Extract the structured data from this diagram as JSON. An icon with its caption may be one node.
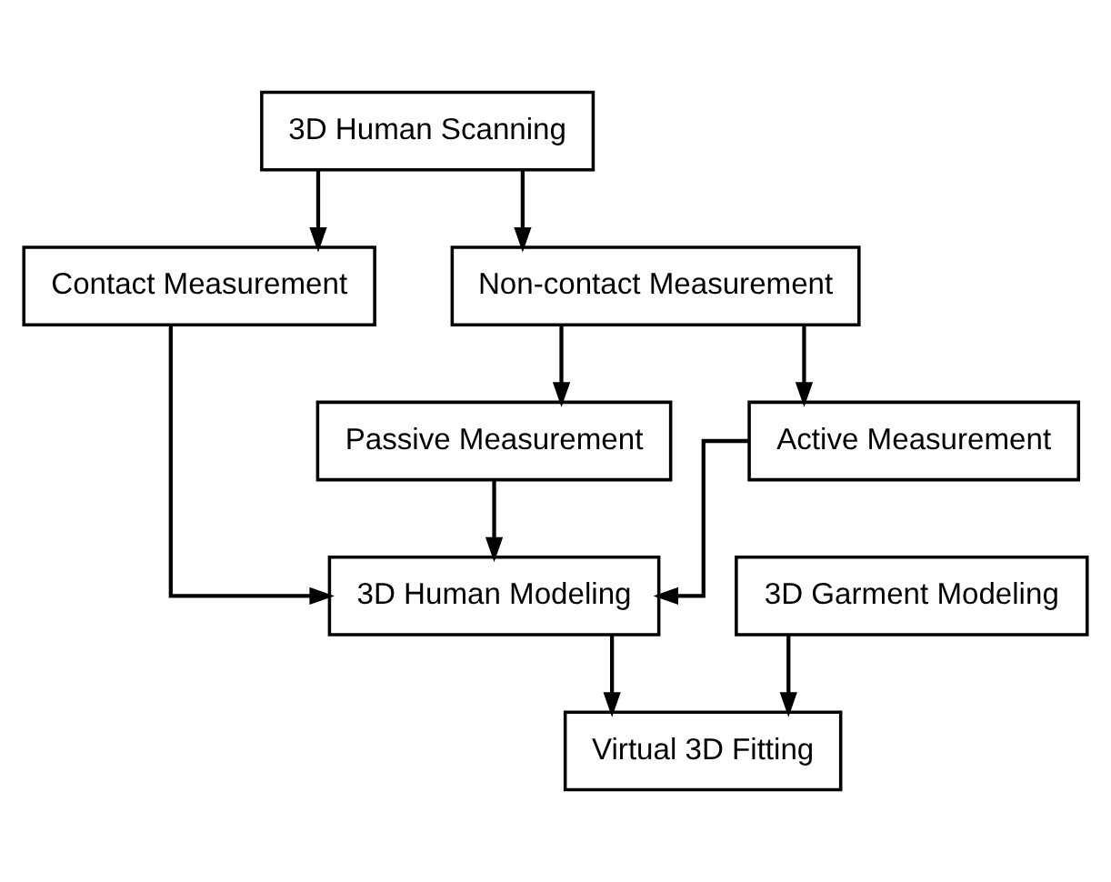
{
  "diagram": {
    "nodes": [
      {
        "text": [
          "3D Human Scanning"
        ]
      },
      {
        "text": [
          "Contact Measurement"
        ]
      },
      {
        "text": [
          "Non-contact Measurement"
        ]
      },
      {
        "text": [
          "Passive Measurement"
        ]
      },
      {
        "text": [
          "Active Measurement"
        ]
      },
      {
        "text": [
          "3D Human Modeling"
        ]
      },
      {
        "text": [
          "3D Garment Modeling"
        ]
      },
      {
        "text": [
          "Virtual 3D Fitting"
        ]
      }
    ],
    "edges": [
      {
        "from": 0,
        "to": 1,
        "arrow": "to"
      },
      {
        "from": 0,
        "to": 2,
        "arrow": "to"
      },
      {
        "from": 2,
        "to": 3,
        "arrow": "to"
      },
      {
        "from": 2,
        "to": 4,
        "arrow": "to"
      },
      {
        "from": 1,
        "to": 5,
        "arrow": "to"
      },
      {
        "from": 3,
        "to": 5,
        "arrow": "to"
      },
      {
        "from": 4,
        "to": 5,
        "arrow": "to"
      },
      {
        "from": 5,
        "to": 7,
        "arrow": "to"
      },
      {
        "from": 6,
        "to": 7,
        "arrow": "to"
      }
    ]
  }
}
